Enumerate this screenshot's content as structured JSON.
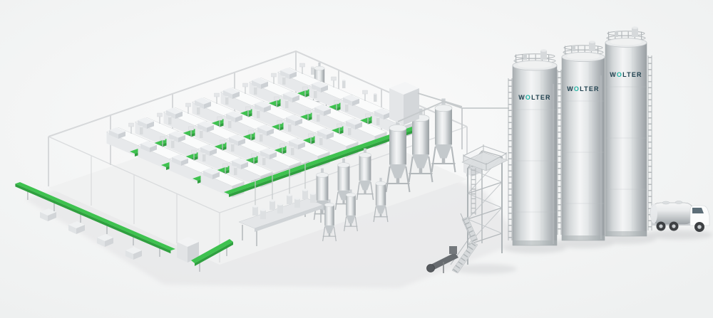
{
  "scene": {
    "description": "Isometric 3D rendering of a plastics processing plant: four rows of injection molding machines under an open hall frame, green part-takeaway conveyors, a central material drying and blending station, a steel service tower with stairs, three branded storage silos and a tanker truck",
    "background": "#f5f6f6",
    "brand": {
      "prefix": "W",
      "o": "O",
      "suffix": "LTER",
      "text_color": "#1d3e4c",
      "accent_color": "#22b3a4"
    },
    "colors": {
      "conveyor_green": "#3ec24f",
      "conveyor_green_dark": "#2f9f3f",
      "steel": "#c9cdd0"
    },
    "hall": {
      "machine_rows": 4,
      "machines_per_row": 7
    },
    "silos": {
      "count": 3,
      "label": "WOLTER"
    },
    "vehicles": {
      "tanker_trucks": 1
    }
  }
}
